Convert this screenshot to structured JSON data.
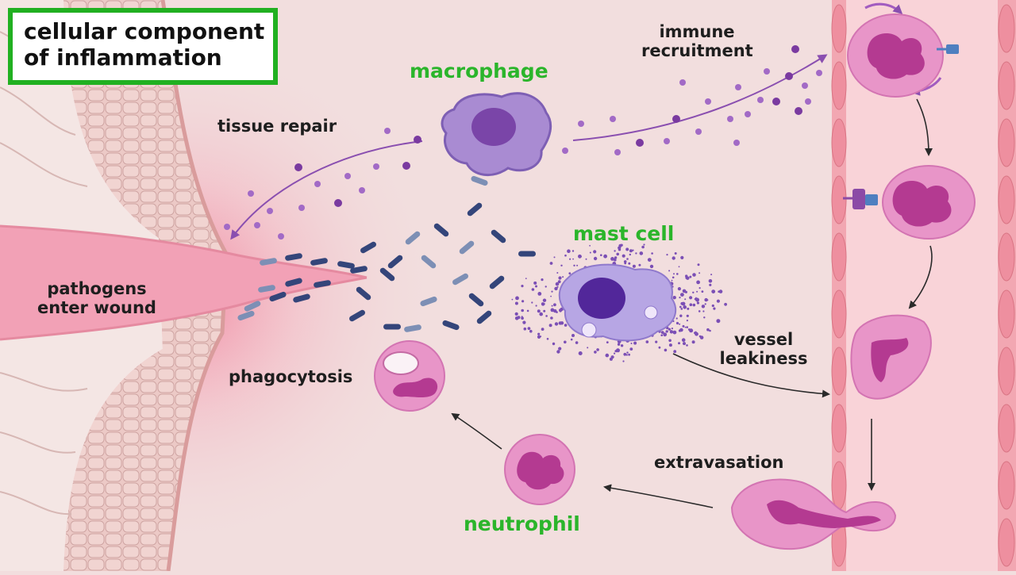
{
  "title": {
    "line1": "cellular component",
    "line2": "of inflammation"
  },
  "labels": {
    "macrophage": "macrophage",
    "immune_recruitment_1": "immune",
    "immune_recruitment_2": "recruitment",
    "tissue_repair": "tissue repair",
    "pathogens_1": "pathogens",
    "pathogens_2": "enter wound",
    "mast_cell": "mast cell",
    "vessel_leakiness_1": "vessel",
    "vessel_leakiness_2": "leakiness",
    "phagocytosis": "phagocytosis",
    "extravasation": "extravasation",
    "neutrophil": "neutrophil"
  },
  "colors": {
    "background": "#f2dede",
    "title_border": "#21b021",
    "cell_label_green": "#2bb52b",
    "neutrophil_body": "#e895c8",
    "neutrophil_nucleus": "#b43a91",
    "macrophage_body": "#a98bd2",
    "macrophage_nucleus": "#7a45a8",
    "mast_cell_nucleus": "#52279a",
    "bacteria": "#34457a",
    "vessel_wall": "#f19aa8"
  }
}
